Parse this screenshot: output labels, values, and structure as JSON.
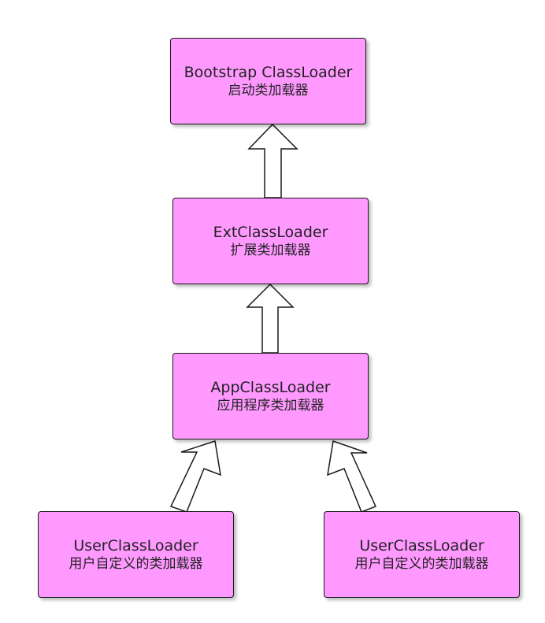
{
  "nodes": {
    "bootstrap": {
      "title": "Bootstrap ClassLoader",
      "subtitle": "启动类加载器"
    },
    "ext": {
      "title": "ExtClassLoader",
      "subtitle": "扩展类加载器"
    },
    "app": {
      "title": "AppClassLoader",
      "subtitle": "应用程序类加载器"
    },
    "user_left": {
      "title": "UserClassLoader",
      "subtitle": "用户自定义的类加载器"
    },
    "user_right": {
      "title": "UserClassLoader",
      "subtitle": "用户自定义的类加载器"
    }
  },
  "edges": [
    {
      "from": "ext",
      "to": "bootstrap"
    },
    {
      "from": "app",
      "to": "ext"
    },
    {
      "from": "user_left",
      "to": "app"
    },
    {
      "from": "user_right",
      "to": "app"
    }
  ],
  "colors": {
    "node_fill": "#ff99ff",
    "node_border": "#1a1a1a",
    "arrow_fill": "#ffffff",
    "arrow_stroke": "#1a1a1a"
  }
}
